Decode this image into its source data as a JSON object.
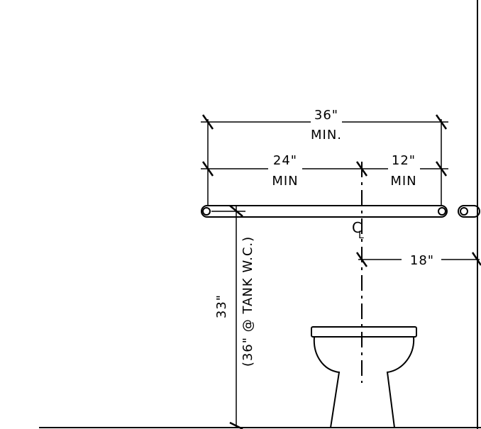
{
  "dimensions": {
    "overall": {
      "value": "36\"",
      "note": "MIN."
    },
    "left_segment": {
      "value": "24\"",
      "note": "MIN"
    },
    "right_segment": {
      "value": "12\"",
      "note": "MIN"
    },
    "centerline_offset": {
      "value": "18\""
    },
    "grab_bar_height": {
      "value": "33\"",
      "note": "(36\" @ TANK W.C.)"
    }
  },
  "centerline_symbol": "C",
  "centerline_symbol_sub": "L"
}
